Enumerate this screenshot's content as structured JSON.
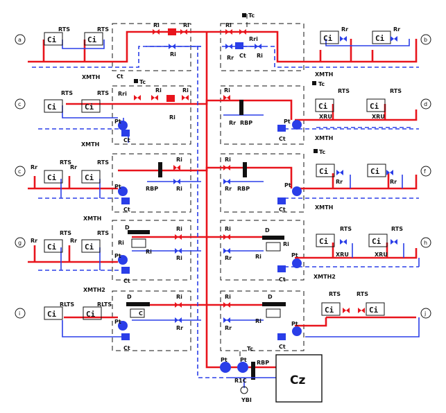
{
  "circuit_letters": {
    "a": "a",
    "b": "b",
    "c": "c",
    "d": "d",
    "e": "c",
    "f": "f",
    "g": "g",
    "h": "h",
    "i": "i",
    "j": "j"
  },
  "labels": {
    "heater": "Ci",
    "rts": "RTS",
    "rr": "Rr",
    "ri": "Ri",
    "tc": "Tc",
    "ct": "Ct",
    "pt": "Pt",
    "rri": "Rri",
    "xmth": "XMTH",
    "xmth2": "XMTH2",
    "rbp": "RBP",
    "xru": "XRU",
    "d": "D",
    "c": "C",
    "rlts": "RLTS",
    "r1c": "R1C",
    "ybi": "YBI",
    "boiler": "Cz"
  },
  "colors": {
    "supply": "#e8141c",
    "return": "#2a3ee8",
    "annotation": "#111111"
  }
}
